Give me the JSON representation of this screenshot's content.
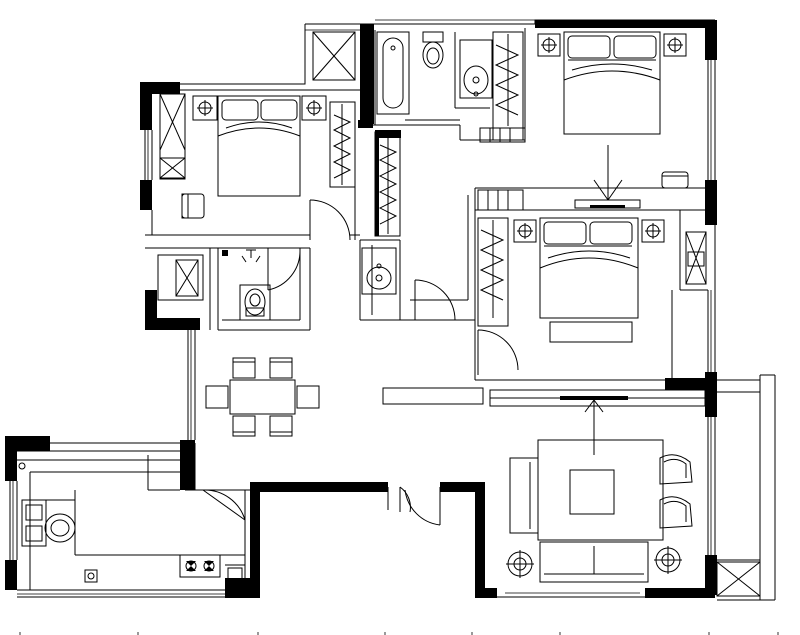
{
  "diagram": {
    "type": "floor-plan",
    "rooms": [
      {
        "id": "bedroom-left",
        "features": [
          "double-bed",
          "two-nightstands",
          "wardrobe",
          "desk-chair",
          "window-closet"
        ]
      },
      {
        "id": "bathroom-top",
        "features": [
          "bathtub",
          "toilet",
          "wash-basin"
        ]
      },
      {
        "id": "bedroom-master",
        "features": [
          "double-bed",
          "two-nightstands",
          "wardrobe",
          "tv-console",
          "desk-chair"
        ]
      },
      {
        "id": "bedroom-right",
        "features": [
          "double-bed",
          "two-nightstands",
          "wardrobe",
          "bench"
        ]
      },
      {
        "id": "bathroom-small",
        "features": [
          "squat-toilet",
          "shower-head"
        ]
      },
      {
        "id": "washroom",
        "features": [
          "wash-basin"
        ]
      },
      {
        "id": "dining",
        "features": [
          "dining-table",
          "six-chairs"
        ]
      },
      {
        "id": "living-room",
        "features": [
          "three-seat-sofa",
          "armchair",
          "two-lounge-chairs",
          "coffee-table",
          "two-side-lamps",
          "tv-console"
        ]
      },
      {
        "id": "kitchen",
        "features": [
          "sink",
          "gas-stove",
          "counter"
        ]
      },
      {
        "id": "balcony",
        "features": [
          "window-unit"
        ]
      }
    ]
  }
}
